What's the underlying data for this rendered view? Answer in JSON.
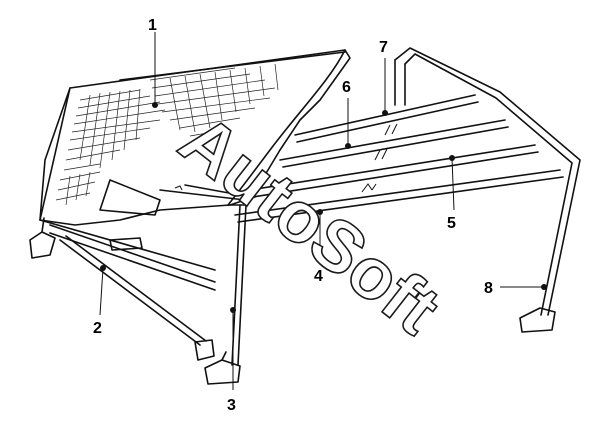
{
  "callouts": [
    {
      "id": "1",
      "label": "1"
    },
    {
      "id": "2",
      "label": "2"
    },
    {
      "id": "3",
      "label": "3"
    },
    {
      "id": "4",
      "label": "4"
    },
    {
      "id": "5",
      "label": "5"
    },
    {
      "id": "6",
      "label": "6"
    },
    {
      "id": "7",
      "label": "7"
    },
    {
      "id": "8",
      "label": "8"
    }
  ],
  "watermark": {
    "text": "AutoSoft"
  },
  "colors": {
    "line": "#111111",
    "background": "#ffffff"
  }
}
